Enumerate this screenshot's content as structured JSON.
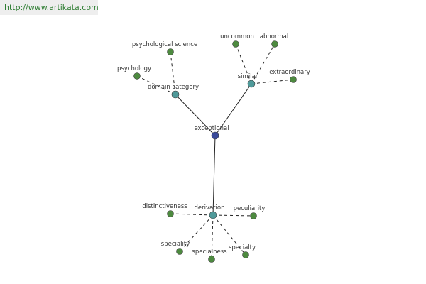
{
  "watermark": "http://www.artikata.com",
  "colors": {
    "root": "#3a4a9a",
    "hub": "#4f9a9a",
    "leaf": "#4d8a3f",
    "edge": "#222222",
    "node_stroke": "#3a3a3a"
  },
  "graph": {
    "nodes": [
      {
        "id": "exceptional",
        "label": "exceptional",
        "kind": "root"
      },
      {
        "id": "domain-category",
        "label": "domain category",
        "kind": "hub"
      },
      {
        "id": "similar",
        "label": "similar",
        "kind": "hub"
      },
      {
        "id": "derivation",
        "label": "derivation",
        "kind": "hub"
      },
      {
        "id": "psychological-science",
        "label": "psychological science",
        "kind": "leaf"
      },
      {
        "id": "psychology",
        "label": "psychology",
        "kind": "leaf"
      },
      {
        "id": "uncommon",
        "label": "uncommon",
        "kind": "leaf"
      },
      {
        "id": "abnormal",
        "label": "abnormal",
        "kind": "leaf"
      },
      {
        "id": "extraordinary",
        "label": "extraordinary",
        "kind": "leaf"
      },
      {
        "id": "distinctiveness",
        "label": "distinctiveness",
        "kind": "leaf"
      },
      {
        "id": "peculiarity",
        "label": "peculiarity",
        "kind": "leaf"
      },
      {
        "id": "speciality",
        "label": "speciality",
        "kind": "leaf"
      },
      {
        "id": "specialness",
        "label": "specialness",
        "kind": "leaf"
      },
      {
        "id": "specialty",
        "label": "specialty",
        "kind": "leaf"
      }
    ],
    "edges": [
      {
        "from": "exceptional",
        "to": "domain-category",
        "style": "solid"
      },
      {
        "from": "exceptional",
        "to": "similar",
        "style": "solid"
      },
      {
        "from": "exceptional",
        "to": "derivation",
        "style": "solid"
      },
      {
        "from": "domain-category",
        "to": "psychological-science",
        "style": "dashed"
      },
      {
        "from": "domain-category",
        "to": "psychology",
        "style": "dashed"
      },
      {
        "from": "similar",
        "to": "uncommon",
        "style": "dashed"
      },
      {
        "from": "similar",
        "to": "abnormal",
        "style": "dashed"
      },
      {
        "from": "similar",
        "to": "extraordinary",
        "style": "dashed"
      },
      {
        "from": "derivation",
        "to": "distinctiveness",
        "style": "dashed"
      },
      {
        "from": "derivation",
        "to": "peculiarity",
        "style": "dashed"
      },
      {
        "from": "derivation",
        "to": "speciality",
        "style": "dashed"
      },
      {
        "from": "derivation",
        "to": "specialness",
        "style": "dashed"
      },
      {
        "from": "derivation",
        "to": "specialty",
        "style": "dashed"
      }
    ]
  }
}
